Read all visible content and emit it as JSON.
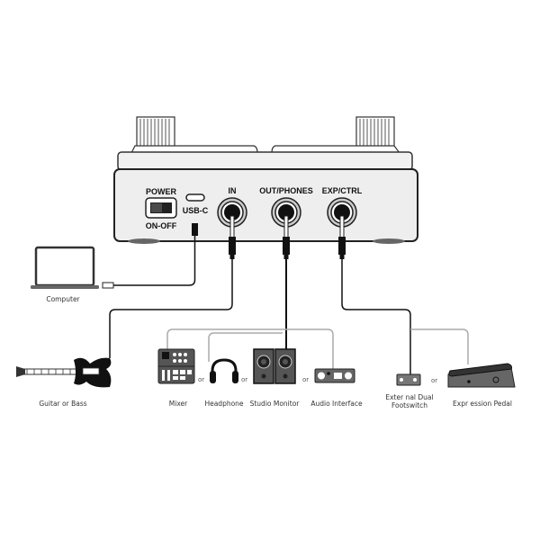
{
  "diagram": {
    "title": "Pedal rear panel connection diagram",
    "panel_labels": {
      "power": "POWER",
      "power_sub": "ON-OFF",
      "usb": "USB-C",
      "input": "IN",
      "output": "OUT/PHONES",
      "exp": "EXP/CTRL"
    },
    "devices": {
      "computer": "Computer",
      "guitar": "Guitar or Bass",
      "mixer": "Mixer",
      "headphone": "Headphone",
      "studio_monitor": "Studio Monitor",
      "audio_interface": "Audio Interface",
      "footswitch_line1": "Exter nal Dual",
      "footswitch_line2": "Footswitch",
      "expression_pedal": "Expr ession Pedal"
    },
    "or_text": "or",
    "connections": [
      {
        "from": "USB-C",
        "to": "Computer"
      },
      {
        "from": "IN",
        "to": "Guitar or Bass"
      },
      {
        "from": "OUT/PHONES",
        "to": [
          "Mixer",
          "Headphone",
          "Studio Monitor",
          "Audio Interface"
        ]
      },
      {
        "from": "EXP/CTRL",
        "to": [
          "External Dual Footswitch",
          "Expression Pedal"
        ]
      }
    ],
    "colors": {
      "line_primary": "#111111",
      "line_secondary": "#aaaaaa",
      "device_fill": "#666666",
      "panel_fill": "#efefef"
    }
  }
}
